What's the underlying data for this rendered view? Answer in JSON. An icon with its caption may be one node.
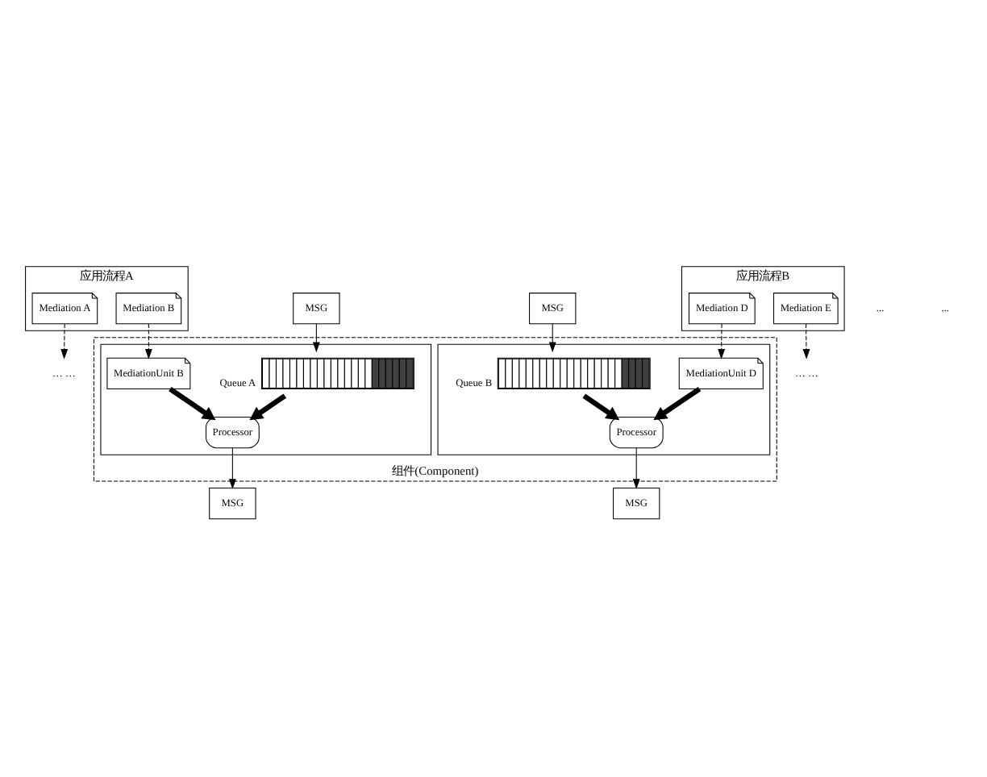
{
  "diagram": {
    "nodes": [
      {
        "text": [
          "应用流程A"
        ]
      },
      {
        "text": [
          "Mediation A"
        ],
        "in": 0
      },
      {
        "text": [
          "Mediation B"
        ],
        "in": 0
      },
      {
        "text": [
          "应用流程B"
        ]
      },
      {
        "text": [
          "Mediation D"
        ],
        "in": 3
      },
      {
        "text": [
          "Mediation E"
        ],
        "in": 3
      },
      {
        "text": [
          "组件(Component)"
        ]
      },
      {
        "text": [],
        "shape": "box",
        "in": 6
      },
      {
        "text": [
          "MediationUnit B"
        ],
        "in": 7
      },
      {
        "text": [
          "Processor"
        ],
        "in": 7
      },
      {
        "text": [],
        "shape": "bar",
        "beside": [
          "Queue A"
        ],
        "in": 7
      },
      {
        "text": [],
        "shape": "box",
        "in": 6
      },
      {
        "text": [
          "MediationUnit D"
        ],
        "in": 11
      },
      {
        "text": [
          "Processor"
        ],
        "in": 11
      },
      {
        "text": [],
        "shape": "bar",
        "beside": [
          "Queue B"
        ],
        "in": 11
      },
      {
        "text": [
          "MSG"
        ]
      },
      {
        "text": [
          "MSG"
        ]
      },
      {
        "text": [
          "MSG"
        ]
      },
      {
        "text": [
          "MSG"
        ]
      },
      {
        "text": [
          "… …"
        ]
      },
      {
        "text": [
          "… …"
        ]
      }
    ],
    "edges": [
      {
        "from": 1,
        "to": 19,
        "arrow": "to",
        "style": "dashed"
      },
      {
        "from": 2,
        "to": 8,
        "arrow": "to",
        "style": "dashed"
      },
      {
        "from": 4,
        "to": 12,
        "arrow": "to",
        "style": "dashed"
      },
      {
        "from": 5,
        "to": 20,
        "arrow": "to",
        "style": "dashed"
      },
      {
        "from": 8,
        "to": 9,
        "arrow": "to",
        "style": "thick"
      },
      {
        "from": 10,
        "to": 9,
        "arrow": "to",
        "style": "thick"
      },
      {
        "from": 12,
        "to": 13,
        "arrow": "to",
        "style": "thick"
      },
      {
        "from": 14,
        "to": 13,
        "arrow": "to",
        "style": "thick"
      },
      {
        "from": 15,
        "to": 10,
        "arrow": "to"
      },
      {
        "from": 9,
        "to": 16,
        "arrow": "to"
      },
      {
        "from": 17,
        "to": 14,
        "arrow": "to"
      },
      {
        "from": 13,
        "to": 18,
        "arrow": "to"
      }
    ],
    "labels": [
      "...",
      "..."
    ]
  }
}
